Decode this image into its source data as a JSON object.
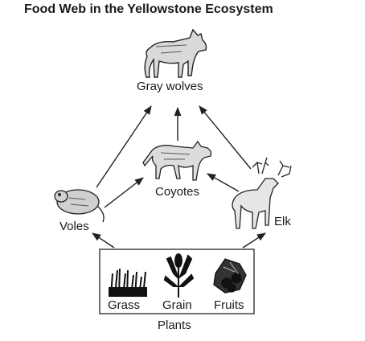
{
  "title": "Food Web in the Yellowstone Ecosystem",
  "organisms": {
    "wolves": "Gray wolves",
    "coyotes": "Coyotes",
    "voles": "Voles",
    "elk": "Elk"
  },
  "plants": {
    "group_label": "Plants",
    "grass": "Grass",
    "grain": "Grain",
    "fruits": "Fruits"
  },
  "icons": {
    "wolves": "wolf-icon",
    "coyotes": "coyote-icon",
    "voles": "vole-icon",
    "elk": "elk-icon",
    "grass": "grass-icon",
    "grain": "grain-icon",
    "fruits": "fruits-icon"
  },
  "edges": [
    {
      "from": "Plants",
      "to": "Voles"
    },
    {
      "from": "Plants",
      "to": "Elk"
    },
    {
      "from": "Voles",
      "to": "Coyotes"
    },
    {
      "from": "Voles",
      "to": "Gray wolves"
    },
    {
      "from": "Coyotes",
      "to": "Gray wolves"
    },
    {
      "from": "Elk",
      "to": "Coyotes"
    },
    {
      "from": "Elk",
      "to": "Gray wolves"
    }
  ]
}
